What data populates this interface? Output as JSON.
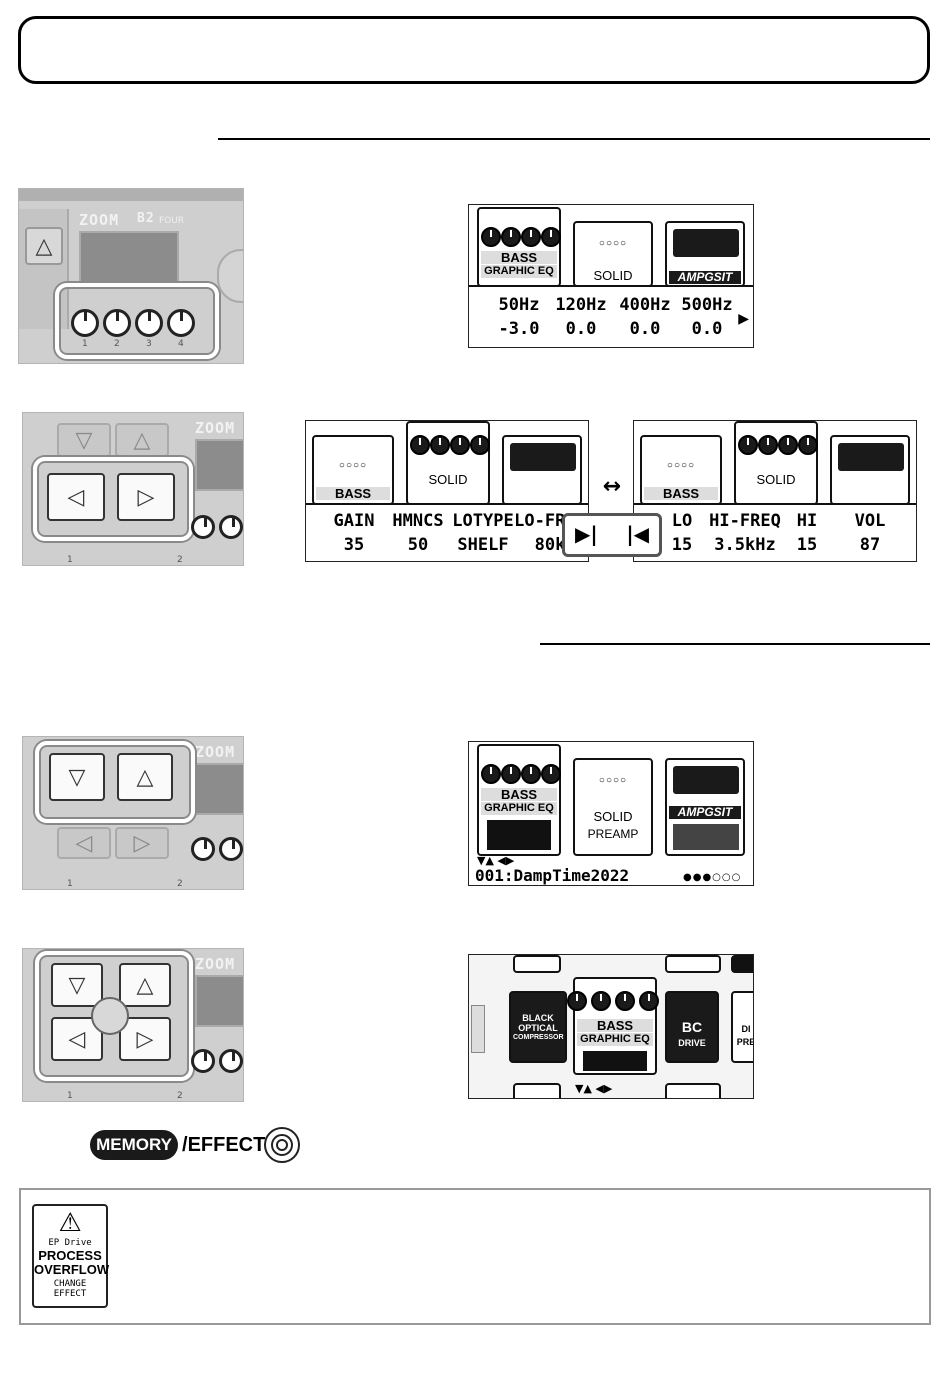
{
  "photos": {
    "brand": "ZOOM",
    "model": "B2",
    "model_suffix": "FOUR",
    "knob_numbers": [
      "1",
      "2",
      "3",
      "4"
    ],
    "bottom_numbers": [
      "1",
      "2"
    ],
    "arrow_left": "◁",
    "arrow_right": "▷",
    "arrow_down": "▽",
    "arrow_up": "△"
  },
  "screen1": {
    "pedals": {
      "left_line1": "BASS",
      "left_line2": "GRAPHIC EQ",
      "mid_line1": "SOLID",
      "right_label": "AMPGSIT"
    },
    "params": [
      {
        "name": "50Hz",
        "value": "-3.0"
      },
      {
        "name": "120Hz",
        "value": "0.0"
      },
      {
        "name": "400Hz",
        "value": "0.0"
      },
      {
        "name": "500Hz",
        "value": "0.0"
      }
    ]
  },
  "screen2": {
    "left": {
      "pedal_left": "BASS",
      "pedal_mid": "SOLID",
      "params": [
        {
          "name": "GAIN",
          "value": "35"
        },
        {
          "name": "HMNCS",
          "value": "50"
        },
        {
          "name": "LOTYPE",
          "value": "SHELF"
        },
        {
          "name": "LO-FREQ",
          "value": "80k"
        }
      ]
    },
    "swap_arrow": "↔",
    "right": {
      "pedal_left": "BASS",
      "pedal_mid": "SOLID",
      "params": [
        {
          "name": "LO",
          "value": "15"
        },
        {
          "name": "HI-FREQ",
          "value": "3.5kHz"
        },
        {
          "name": "HI",
          "value": "15"
        },
        {
          "name": "VOL",
          "value": "87"
        }
      ]
    }
  },
  "screen3": {
    "pedal_left_line1": "BASS",
    "pedal_left_line2": "GRAPHIC EQ",
    "pedal_mid_line1": "SOLID",
    "pedal_mid_line2": "PREAMP",
    "pedal_right": "AMPGSIT",
    "patch": "001:DampTime2022",
    "page_dots": "●●●○○○"
  },
  "screen4": {
    "pedal_left_line1": "BLACK",
    "pedal_left_line2": "OPTICAL",
    "pedal_left_line3": "COMPRESSOR",
    "pedal_mid_line1": "BASS",
    "pedal_mid_line2": "GRAPHIC EQ",
    "pedal_right_line1": "BC",
    "pedal_right_line2": "DRIVE",
    "pedal_edge": "DI PRE"
  },
  "footswitch": {
    "memory": "MEMORY",
    "separator": "/",
    "effect": "EFFECT"
  },
  "warning": {
    "icon": "⚠",
    "line1": "EP Drive",
    "line2a": "PROCESS",
    "line2b": "OVERFLOW",
    "line3a": "CHANGE",
    "line3b": "EFFECT"
  }
}
